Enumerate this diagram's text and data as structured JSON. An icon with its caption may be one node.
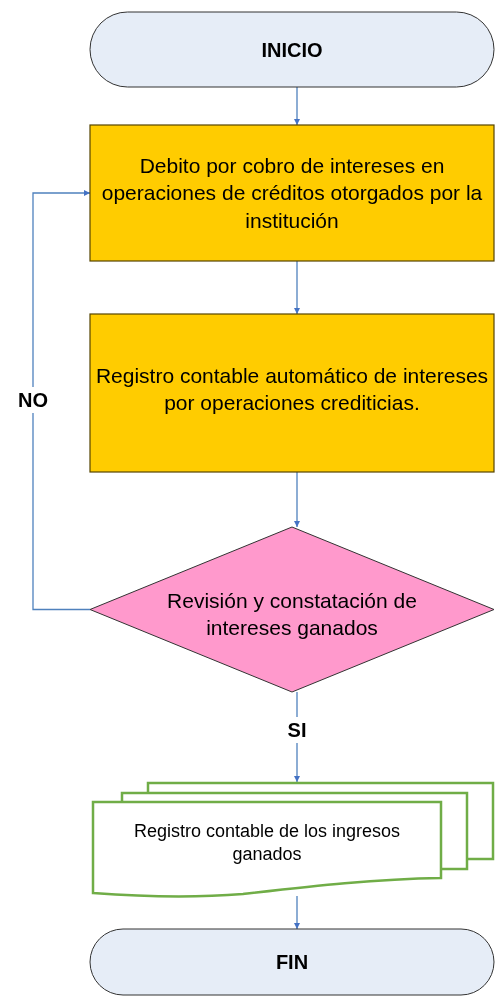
{
  "diagram": {
    "nodes": [
      {
        "text": [
          "INICIO"
        ]
      },
      {
        "text": [
          "Debito por cobro de intereses en operaciones de créditos otorgados por la institución"
        ]
      },
      {
        "text": [
          "Registro contable automático de intereses por operaciones crediticias."
        ]
      },
      {
        "text": [
          "Revisión y constatación de intereses ganados"
        ]
      },
      {
        "text": [
          "Registro contable de los ingresos ganados"
        ]
      },
      {
        "text": [
          "FIN"
        ]
      }
    ],
    "edges": [
      {
        "from": 0,
        "to": 1,
        "arrow": "to"
      },
      {
        "from": 1,
        "to": 2,
        "arrow": "to"
      },
      {
        "from": 2,
        "to": 3,
        "arrow": "to"
      },
      {
        "from": 3,
        "to": 4,
        "arrow": "to",
        "label": "SI"
      },
      {
        "from": 4,
        "to": 5,
        "arrow": "to"
      },
      {
        "from": 3,
        "to": 1,
        "arrow": "to",
        "label": "NO"
      }
    ]
  }
}
